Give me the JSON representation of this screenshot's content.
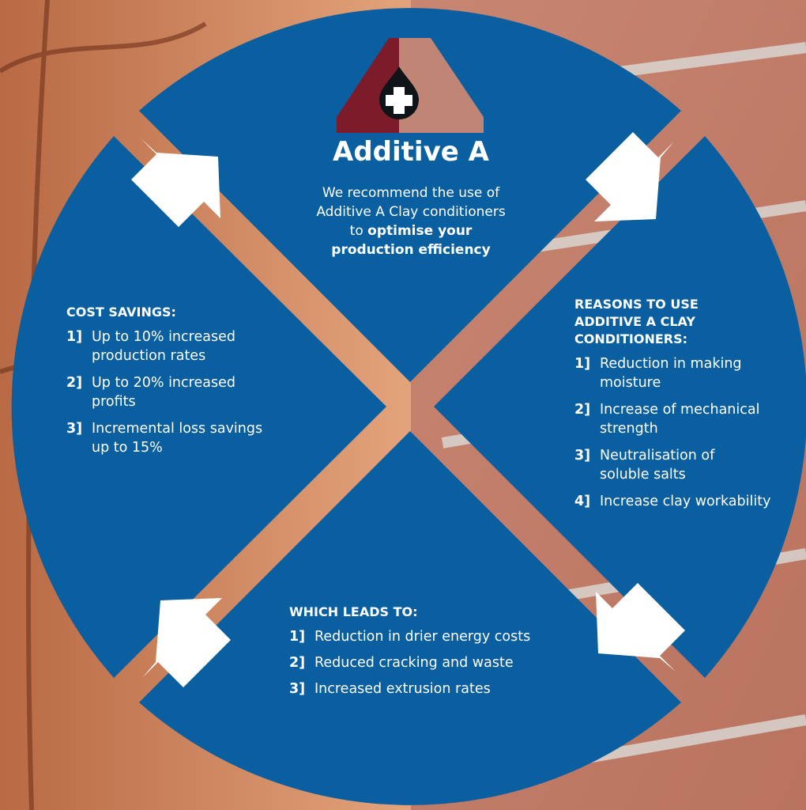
{
  "brand": {
    "name": "Additive A",
    "colors": {
      "left": "#7c1c2b",
      "right": "#c18576",
      "drop": "#0f1418"
    }
  },
  "intro": {
    "line1": "We recommend the use of",
    "line2": "Additive A Clay conditioners",
    "line3_prefix": "to ",
    "line3_bold": "optimise your",
    "line4_bold": "production efficiency"
  },
  "quadrants": {
    "cost_savings": {
      "heading": "COST SAVINGS:",
      "items": [
        {
          "num": "1]",
          "text": "Up to 10% increased production rates"
        },
        {
          "num": "2]",
          "text": "Up to 20% increased profits"
        },
        {
          "num": "3]",
          "text": "Incremental loss savings up to 15%"
        }
      ]
    },
    "reasons": {
      "heading": "REASONS TO USE ADDITIVE A CLAY CONDITIONERS:",
      "items": [
        {
          "num": "1]",
          "text": "Reduction in making moisture"
        },
        {
          "num": "2]",
          "text": "Increase of mechanical strength"
        },
        {
          "num": "3]",
          "text": "Neutralisation of soluble salts"
        },
        {
          "num": "4]",
          "text": "Increase clay workability"
        }
      ]
    },
    "leads_to": {
      "heading": "WHICH LEADS TO:",
      "items": [
        {
          "num": "1]",
          "text": "Reduction in drier energy costs"
        },
        {
          "num": "2]",
          "text": "Reduced cracking and waste"
        },
        {
          "num": "3]",
          "text": "Increased extrusion rates"
        }
      ]
    }
  },
  "colors": {
    "circle": "#0a5fa0",
    "arrow": "#ffffff",
    "text": "#ffffff"
  },
  "icons": {
    "logo": "additive-a-logo-icon",
    "arrows": "cycle-arrow-icon"
  }
}
